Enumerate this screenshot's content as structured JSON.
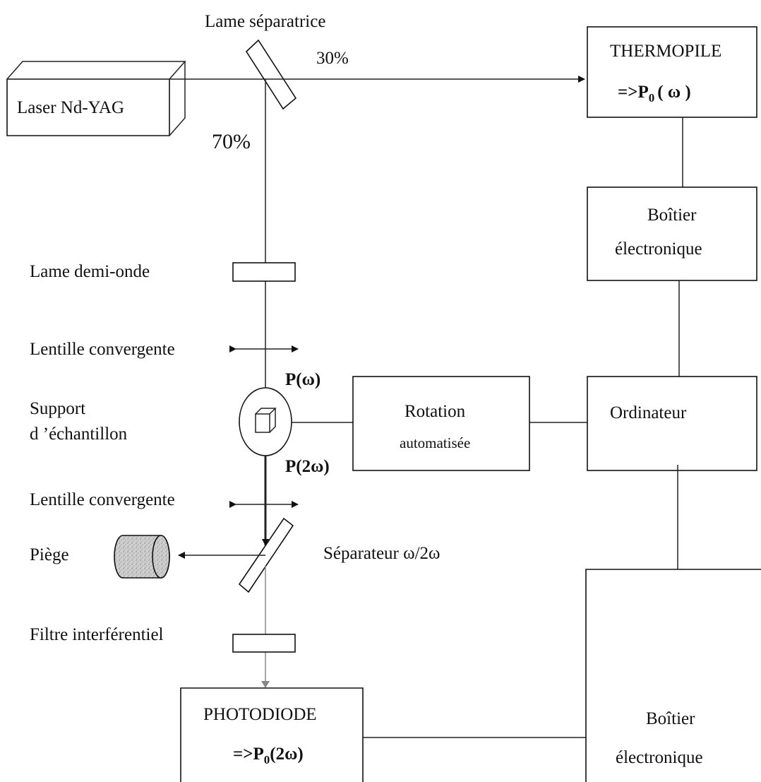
{
  "labels": {
    "laser": "Laser Nd-YAG",
    "beamsplitter": "Lame séparatrice",
    "pct30": "30%",
    "pct70": "70%",
    "thermopile_title": "THERMOPILE",
    "thermopile_prefix": "=>P",
    "thermopile_sub": "0",
    "thermopile_suffix": "( ω )",
    "boitier1_line1": "Boîtier",
    "boitier1_line2": "électronique",
    "half_wave": "Lame demi-onde",
    "lens1": "Lentille convergente",
    "p_omega": "P(ω)",
    "support_line1": "Support",
    "support_line2": "d ’échantillon",
    "p_2omega": "P(2ω)",
    "rotation_line1": "Rotation",
    "rotation_line2": "automatisée",
    "ordinateur": "Ordinateur",
    "lens2": "Lentille convergente",
    "piege": "Piège",
    "separator": "Séparateur ω/2ω",
    "filter": "Filtre interférentiel",
    "photodiode_title": "PHOTODIODE",
    "photodiode_prefix": "=>P",
    "photodiode_sub": "0",
    "photodiode_suffix": "(2ω)",
    "boitier2_line1": "Boîtier",
    "boitier2_line2": "électronique"
  },
  "colors": {
    "line": "#222222",
    "trap_fill": "#bdbdbd",
    "faded_beam": "#888888"
  }
}
